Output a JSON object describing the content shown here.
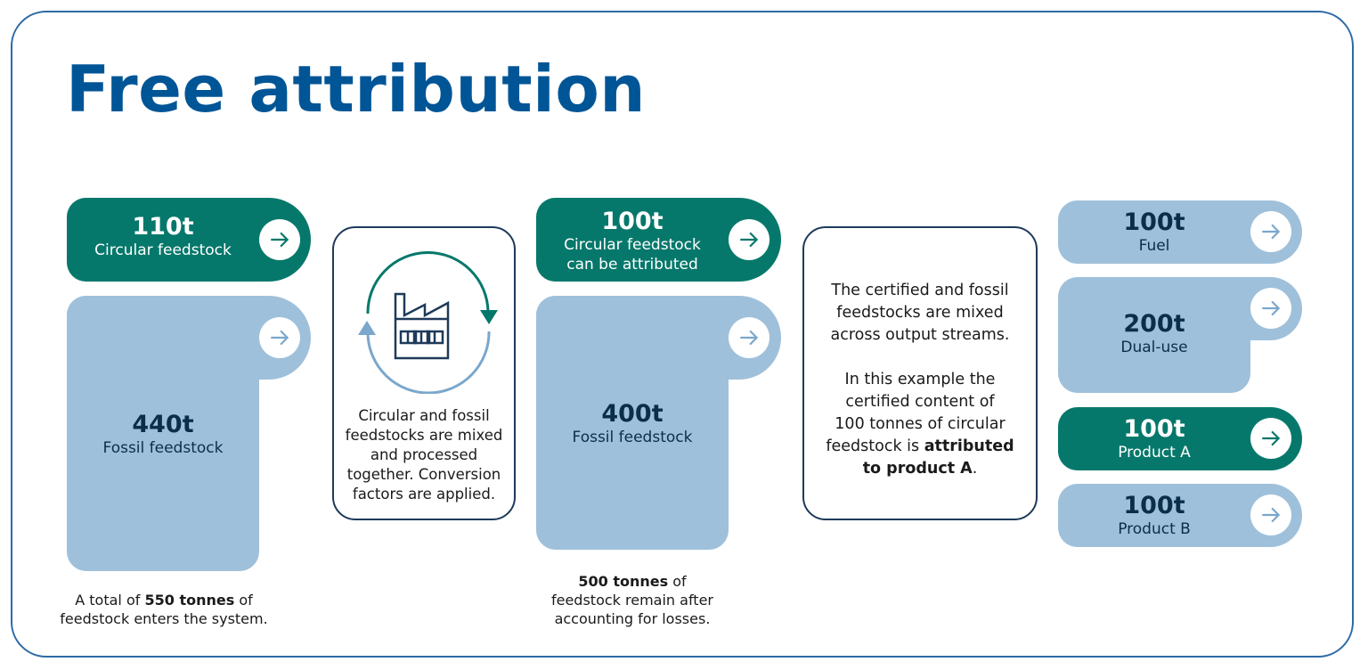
{
  "title": "Free attribution",
  "colors": {
    "green": "#06786b",
    "light_blue": "#9fc0da",
    "title_blue": "#005596",
    "dark": "#0b2e4a"
  },
  "inputs": {
    "circular": {
      "amount": "110t",
      "label": "Circular feedstock"
    },
    "fossil": {
      "amount": "440t",
      "label": "Fossil feedstock"
    },
    "note_pre": "A total of ",
    "note_bold": "550 tonnes",
    "note_post": " of\nfeedstock enters the system."
  },
  "process": {
    "icon": "factory-cycle-icon",
    "text": "Circular and fossil\nfeedstocks are mixed\nand processed\ntogether. Conversion\nfactors are applied."
  },
  "after_losses": {
    "circular": {
      "amount": "100t",
      "label": "Circular feedstock\ncan be attributed"
    },
    "fossil": {
      "amount": "400t",
      "label": "Fossil feedstock"
    },
    "note_bold": "500 tonnes",
    "note_post": " of\nfeedstock remain after\naccounting for losses."
  },
  "explanation": {
    "para1": "The certified and fossil\nfeedstocks are mixed\nacross output streams.",
    "para2_pre": "In this example the\ncertified content of\n100 tonnes of circular\nfeedstock is ",
    "para2_bold": "attributed\nto product A",
    "para2_post": "."
  },
  "outputs": [
    {
      "amount": "100t",
      "label": "Fuel"
    },
    {
      "amount": "200t",
      "label": "Dual-use"
    },
    {
      "amount": "100t",
      "label": "Product A"
    },
    {
      "amount": "100t",
      "label": "Product B"
    }
  ]
}
